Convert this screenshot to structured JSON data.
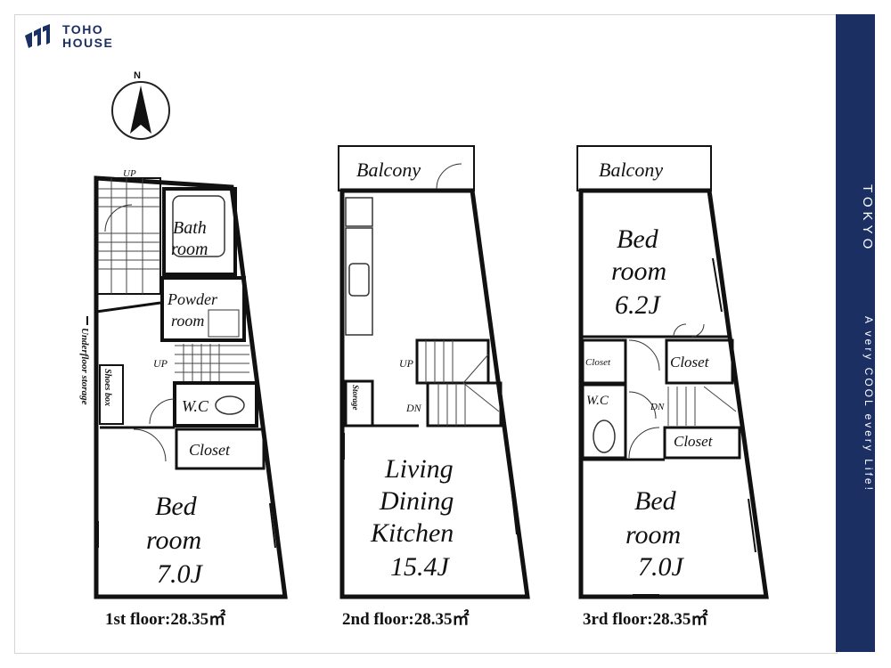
{
  "brand": {
    "line1": "TOHO",
    "line2": "HOUSE"
  },
  "sidebar": {
    "title": "TOKYO",
    "tagline": "A very COOL every Life!"
  },
  "compass": {
    "label": "N"
  },
  "floors": [
    {
      "caption": "1st floor:28.35㎡",
      "labels": {
        "up_top": "UP",
        "bath_1": "Bath",
        "bath_2": "room",
        "powder_1": "Powder",
        "powder_2": "room",
        "underfloor": "Underfloor storage",
        "shoes": "Shoes box",
        "up_stair": "UP",
        "wc": "W.C",
        "closet": "Closet",
        "bed_1": "Bed",
        "bed_2": "room",
        "bed_3": "7.0J"
      }
    },
    {
      "caption": "2nd floor:28.35㎡",
      "labels": {
        "balcony": "Balcony",
        "up": "UP",
        "dn": "DN",
        "storage": "Storage",
        "ldk_1": "Living",
        "ldk_2": "Dining",
        "ldk_3": "Kitchen",
        "ldk_4": "15.4J"
      }
    },
    {
      "caption": "3rd floor:28.35㎡",
      "labels": {
        "balcony": "Balcony",
        "bed_a1": "Bed",
        "bed_a2": "room",
        "bed_a3": "6.2J",
        "closet_l": "Closet",
        "closet_r": "Closet",
        "wc": "W.C",
        "dn": "DN",
        "closet_b": "Closet",
        "bed_b1": "Bed",
        "bed_b2": "room",
        "bed_b3": "7.0J"
      }
    }
  ]
}
